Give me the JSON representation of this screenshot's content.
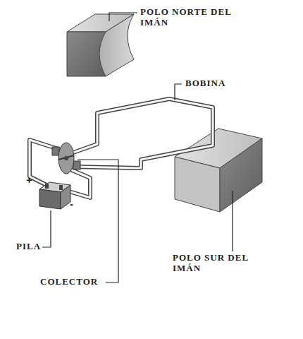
{
  "diagram": {
    "labels": [
      "POLO NORTE DEL IMÁN",
      "BOBINA",
      "PILA",
      "COLECTOR",
      "POLO SUR DEL IMÁN",
      "+",
      "-"
    ]
  }
}
